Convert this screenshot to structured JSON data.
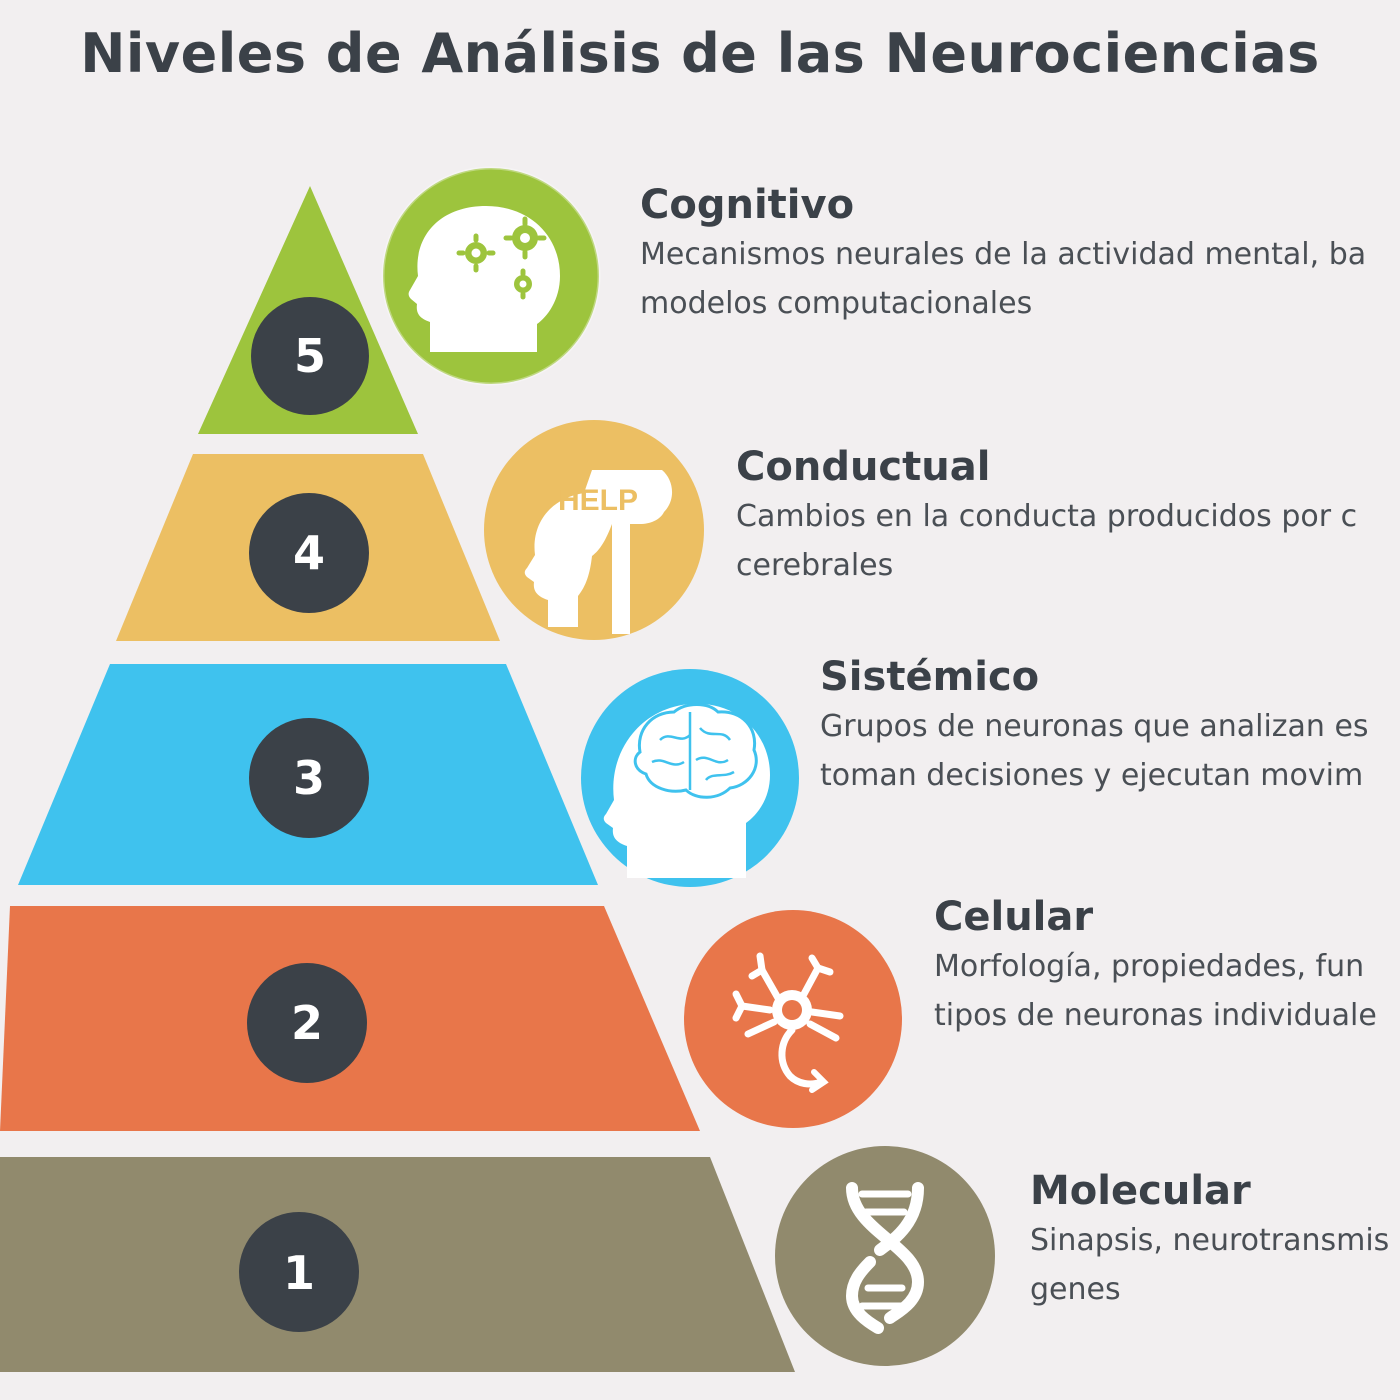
{
  "title": "Niveles de Análisis de las Neurociencias",
  "colors": {
    "background": "#f2eff0",
    "badge": "#3b4148",
    "cognitivo": "#9dc43d",
    "conductual": "#ecbf63",
    "sistemico": "#3fc2ee",
    "celular": "#e8764a",
    "molecular": "#918a6d"
  },
  "levels": [
    {
      "number": "5",
      "name": "Cognitivo",
      "desc_line1": "Mecanismos neurales de la actividad mental, ba",
      "desc_line2": "modelos computacionales",
      "icon": "head-gears-icon"
    },
    {
      "number": "4",
      "name": "Conductual",
      "desc_line1": "Cambios en la conducta producidos por c",
      "desc_line2": "cerebrales",
      "icon": "head-help-icon",
      "icon_text": "HELP"
    },
    {
      "number": "3",
      "name": "Sistémico",
      "desc_line1": "Grupos de neuronas que analizan es",
      "desc_line2": "toman decisiones y ejecutan movim",
      "icon": "head-brain-icon"
    },
    {
      "number": "2",
      "name": "Celular",
      "desc_line1": "Morfología, propiedades, fun",
      "desc_line2": "tipos de neuronas individuale",
      "icon": "neuron-icon"
    },
    {
      "number": "1",
      "name": "Molecular",
      "desc_line1": "Sinapsis, neurotransmis",
      "desc_line2": "genes",
      "icon": "dna-icon"
    }
  ]
}
